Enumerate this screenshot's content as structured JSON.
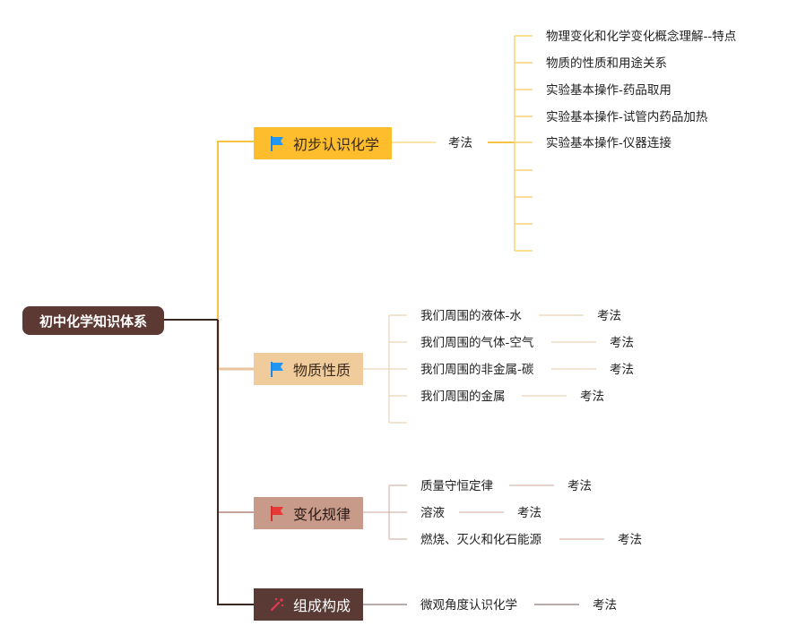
{
  "root": {
    "label": "初中化学知识体系"
  },
  "branches": [
    {
      "label": "初步认识化学",
      "icon": "blue-flag-icon",
      "color": "#fdbd2c",
      "exam_label": "考法",
      "points": [
        "物理变化和化学变化概念理解--特点",
        "物质的性质和用途关系",
        "实验基本操作-药品取用",
        "实验基本操作-试管内药品加热",
        "实验基本操作-仪器连接"
      ]
    },
    {
      "label": "物质性质",
      "icon": "blue-flag-icon",
      "color": "#f0cb9c",
      "topics": [
        {
          "label": "我们周围的液体-水",
          "exam": "考法"
        },
        {
          "label": "我们周围的气体-空气",
          "exam": "考法"
        },
        {
          "label": "我们周围的非金属-碳",
          "exam": "考法"
        },
        {
          "label": "我们周围的金属",
          "exam": "考法"
        }
      ]
    },
    {
      "label": "变化规律",
      "icon": "red-flag-icon",
      "color": "#c79a8a",
      "topics": [
        {
          "label": "质量守恒定律",
          "exam": "考法"
        },
        {
          "label": "溶液",
          "exam": "考法"
        },
        {
          "label": "燃烧、灭火和化石能源",
          "exam": "考法"
        }
      ]
    },
    {
      "label": "组成构成",
      "icon": "sparkle-icon",
      "color": "#5a3a35",
      "topics": [
        {
          "label": "微观角度认识化学",
          "exam": "考法"
        }
      ]
    }
  ]
}
